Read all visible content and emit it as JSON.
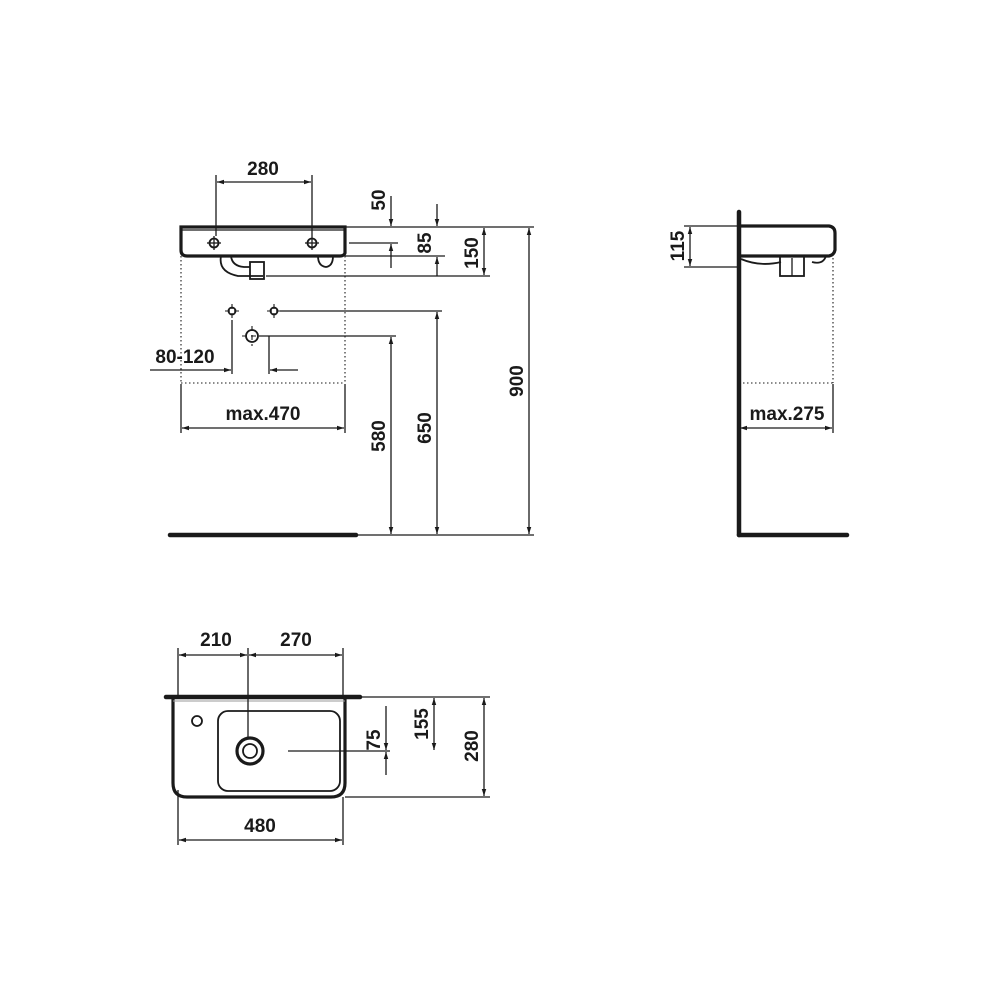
{
  "front_view": {
    "dim_tap_spacing": "280",
    "dim_top_offset": "50",
    "dim_waste_height": "85",
    "dim_basin_depth": "150",
    "dim_total_height": "900",
    "dim_trap_range": "80-120",
    "dim_cabinet_width": "max.470",
    "dim_supply_height": "580",
    "dim_drain_height": "650"
  },
  "side_view": {
    "dim_basin_height": "115",
    "dim_cabinet_depth": "max.275"
  },
  "top_view": {
    "dim_tap_offset": "210",
    "dim_bowl_width": "270",
    "dim_drain_offset": "75",
    "dim_bowl_depth": "155",
    "dim_total_depth": "280",
    "dim_total_width": "480"
  }
}
